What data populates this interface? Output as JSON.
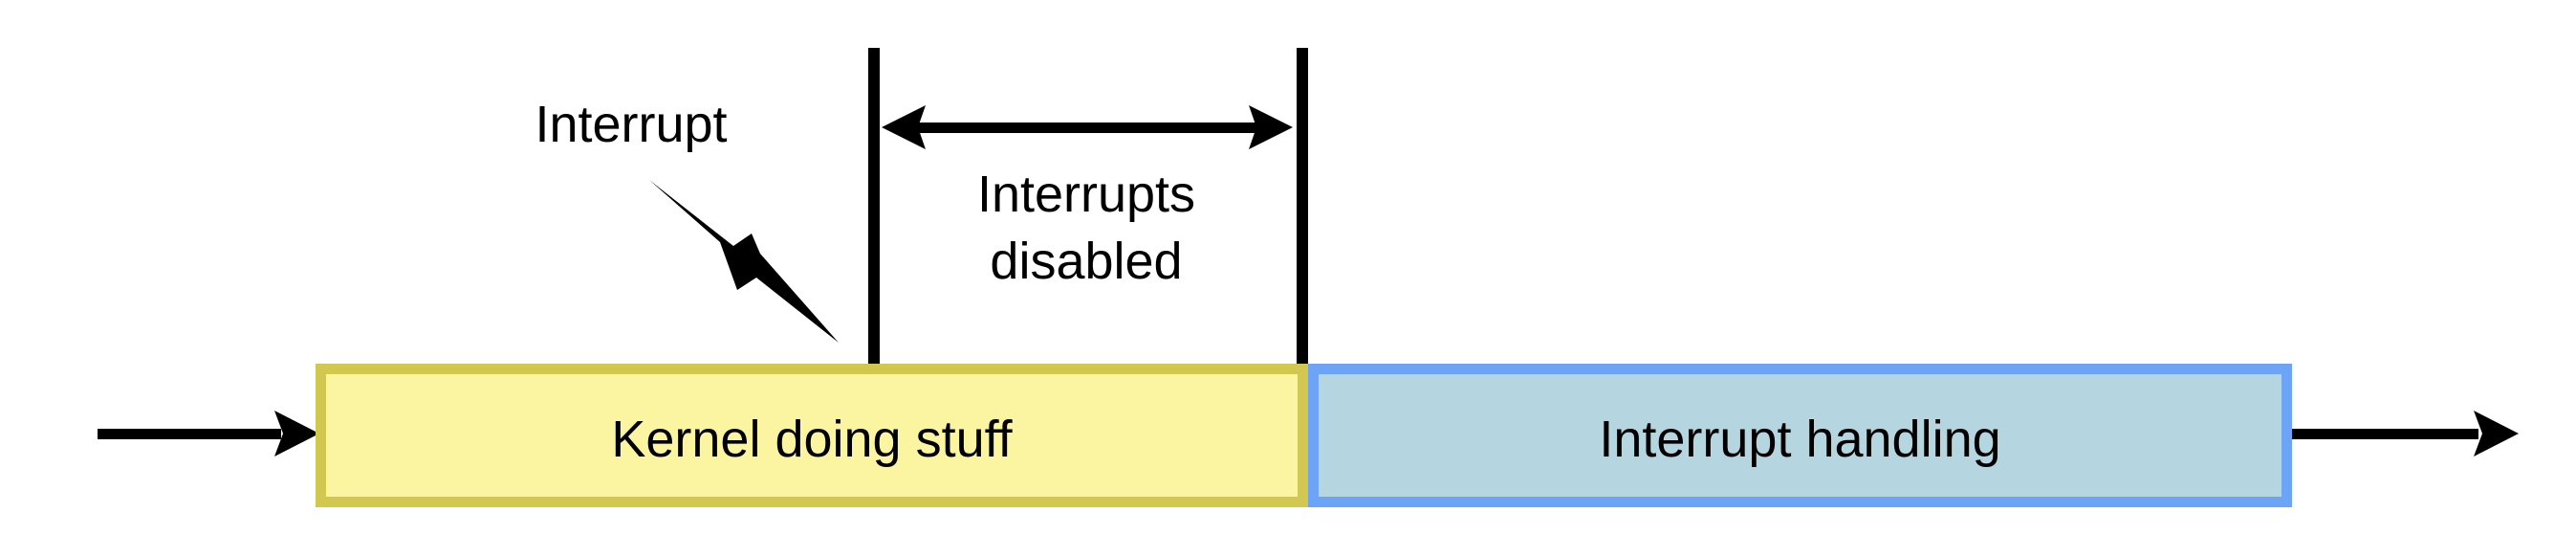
{
  "diagram": {
    "annotations": {
      "interrupt_label": "Interrupt",
      "interrupts_disabled_label": "Interrupts disabled"
    },
    "timeline": {
      "kernel_box_label": "Kernel doing stuff",
      "interrupt_handling_box_label": "Interrupt handling"
    },
    "icons": {
      "lightning_bolt": "lightning-bolt-icon",
      "incoming_arrow": "right-arrow-icon",
      "outgoing_arrow": "right-arrow-icon",
      "disabled_span_arrow": "double-headed-arrow-icon"
    },
    "colors": {
      "background": "#ffffff",
      "line_art": "#000000",
      "kernel_box_fill": "#fbf5a2",
      "kernel_box_border": "#d2c84f",
      "interrupt_box_fill": "#b5d6e0",
      "interrupt_box_border": "#6da4f8"
    }
  }
}
